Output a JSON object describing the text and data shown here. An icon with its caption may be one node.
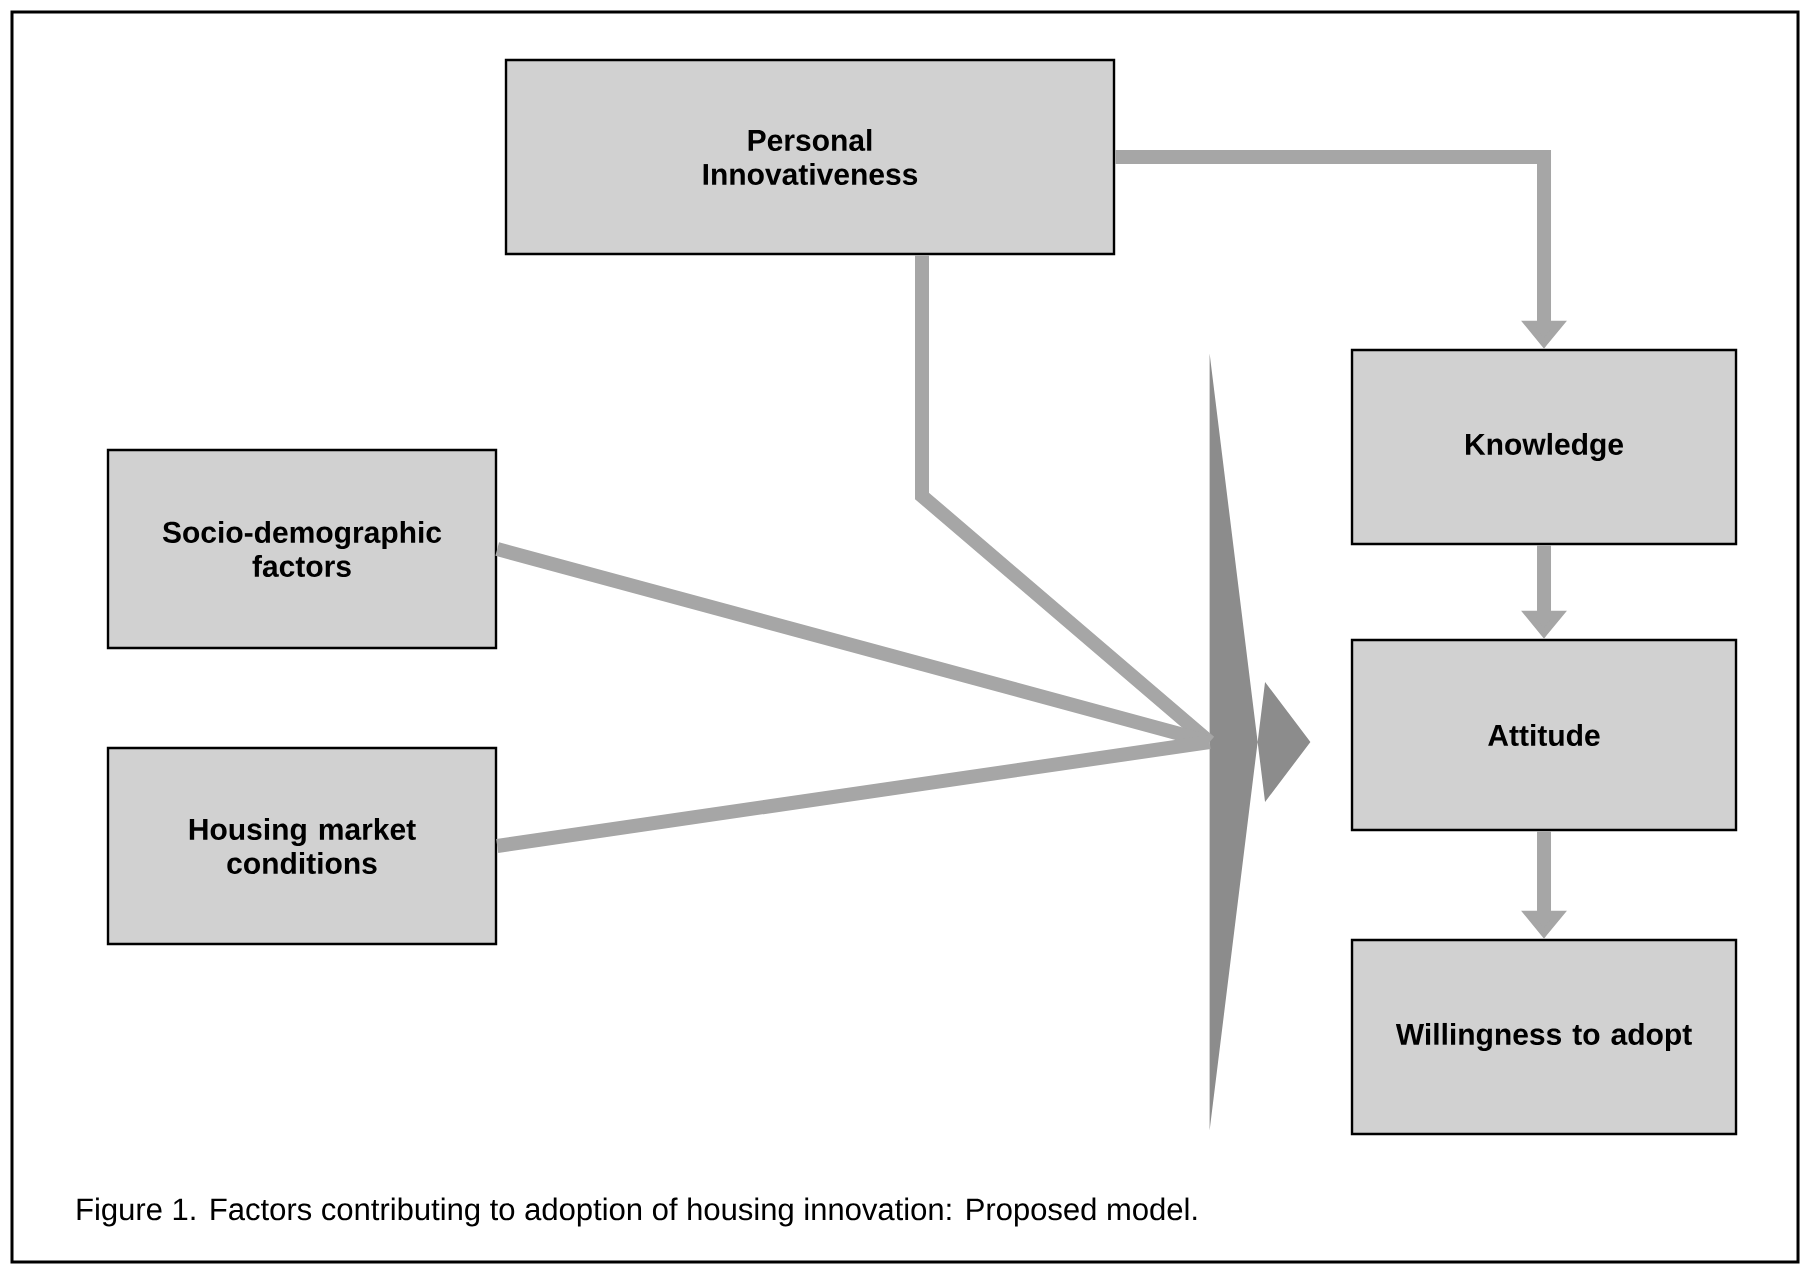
{
  "diagram": {
    "caption": "Figure 1. Factors contributing to adoption of housing innovation: Proposed model.",
    "nodes": [
      {
        "text": [
          "Personal Innovativeness"
        ]
      },
      {
        "text": [
          "Socio-demographic factors"
        ]
      },
      {
        "text": [
          "Housing market conditions"
        ]
      },
      {
        "text": [
          "Knowledge"
        ]
      },
      {
        "text": [
          "Attitude"
        ]
      },
      {
        "text": [
          "Willingness to adopt"
        ]
      },
      {
        "text": [],
        "shape": "chevron"
      }
    ],
    "edges": [
      {
        "from": 0,
        "to": 3,
        "arrow": "to"
      },
      {
        "from": 3,
        "to": 4,
        "arrow": "to"
      },
      {
        "from": 4,
        "to": 5,
        "arrow": "to"
      },
      {
        "from": 0,
        "to": 6,
        "arrow": "none"
      },
      {
        "from": 1,
        "to": 6,
        "arrow": "none"
      },
      {
        "from": 2,
        "to": 6,
        "arrow": "none"
      }
    ]
  }
}
